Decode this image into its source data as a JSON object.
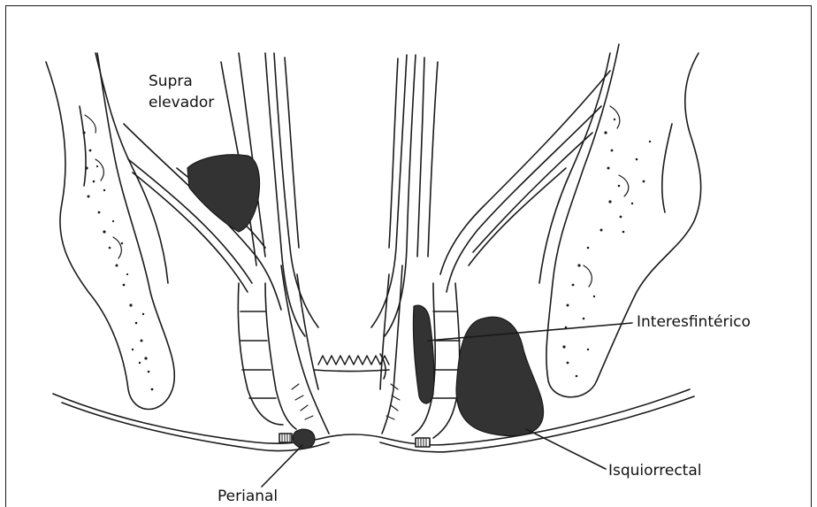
{
  "labels": {
    "supra_line1": "Supra",
    "supra_line2": "elevador",
    "interesfinterico": "Interesfintérico",
    "isquiorrectal": "Isquiorrectal",
    "perianal": "Perianal"
  },
  "colors": {
    "ink": "#1a1a1a",
    "abscess_fill": "#333333"
  }
}
